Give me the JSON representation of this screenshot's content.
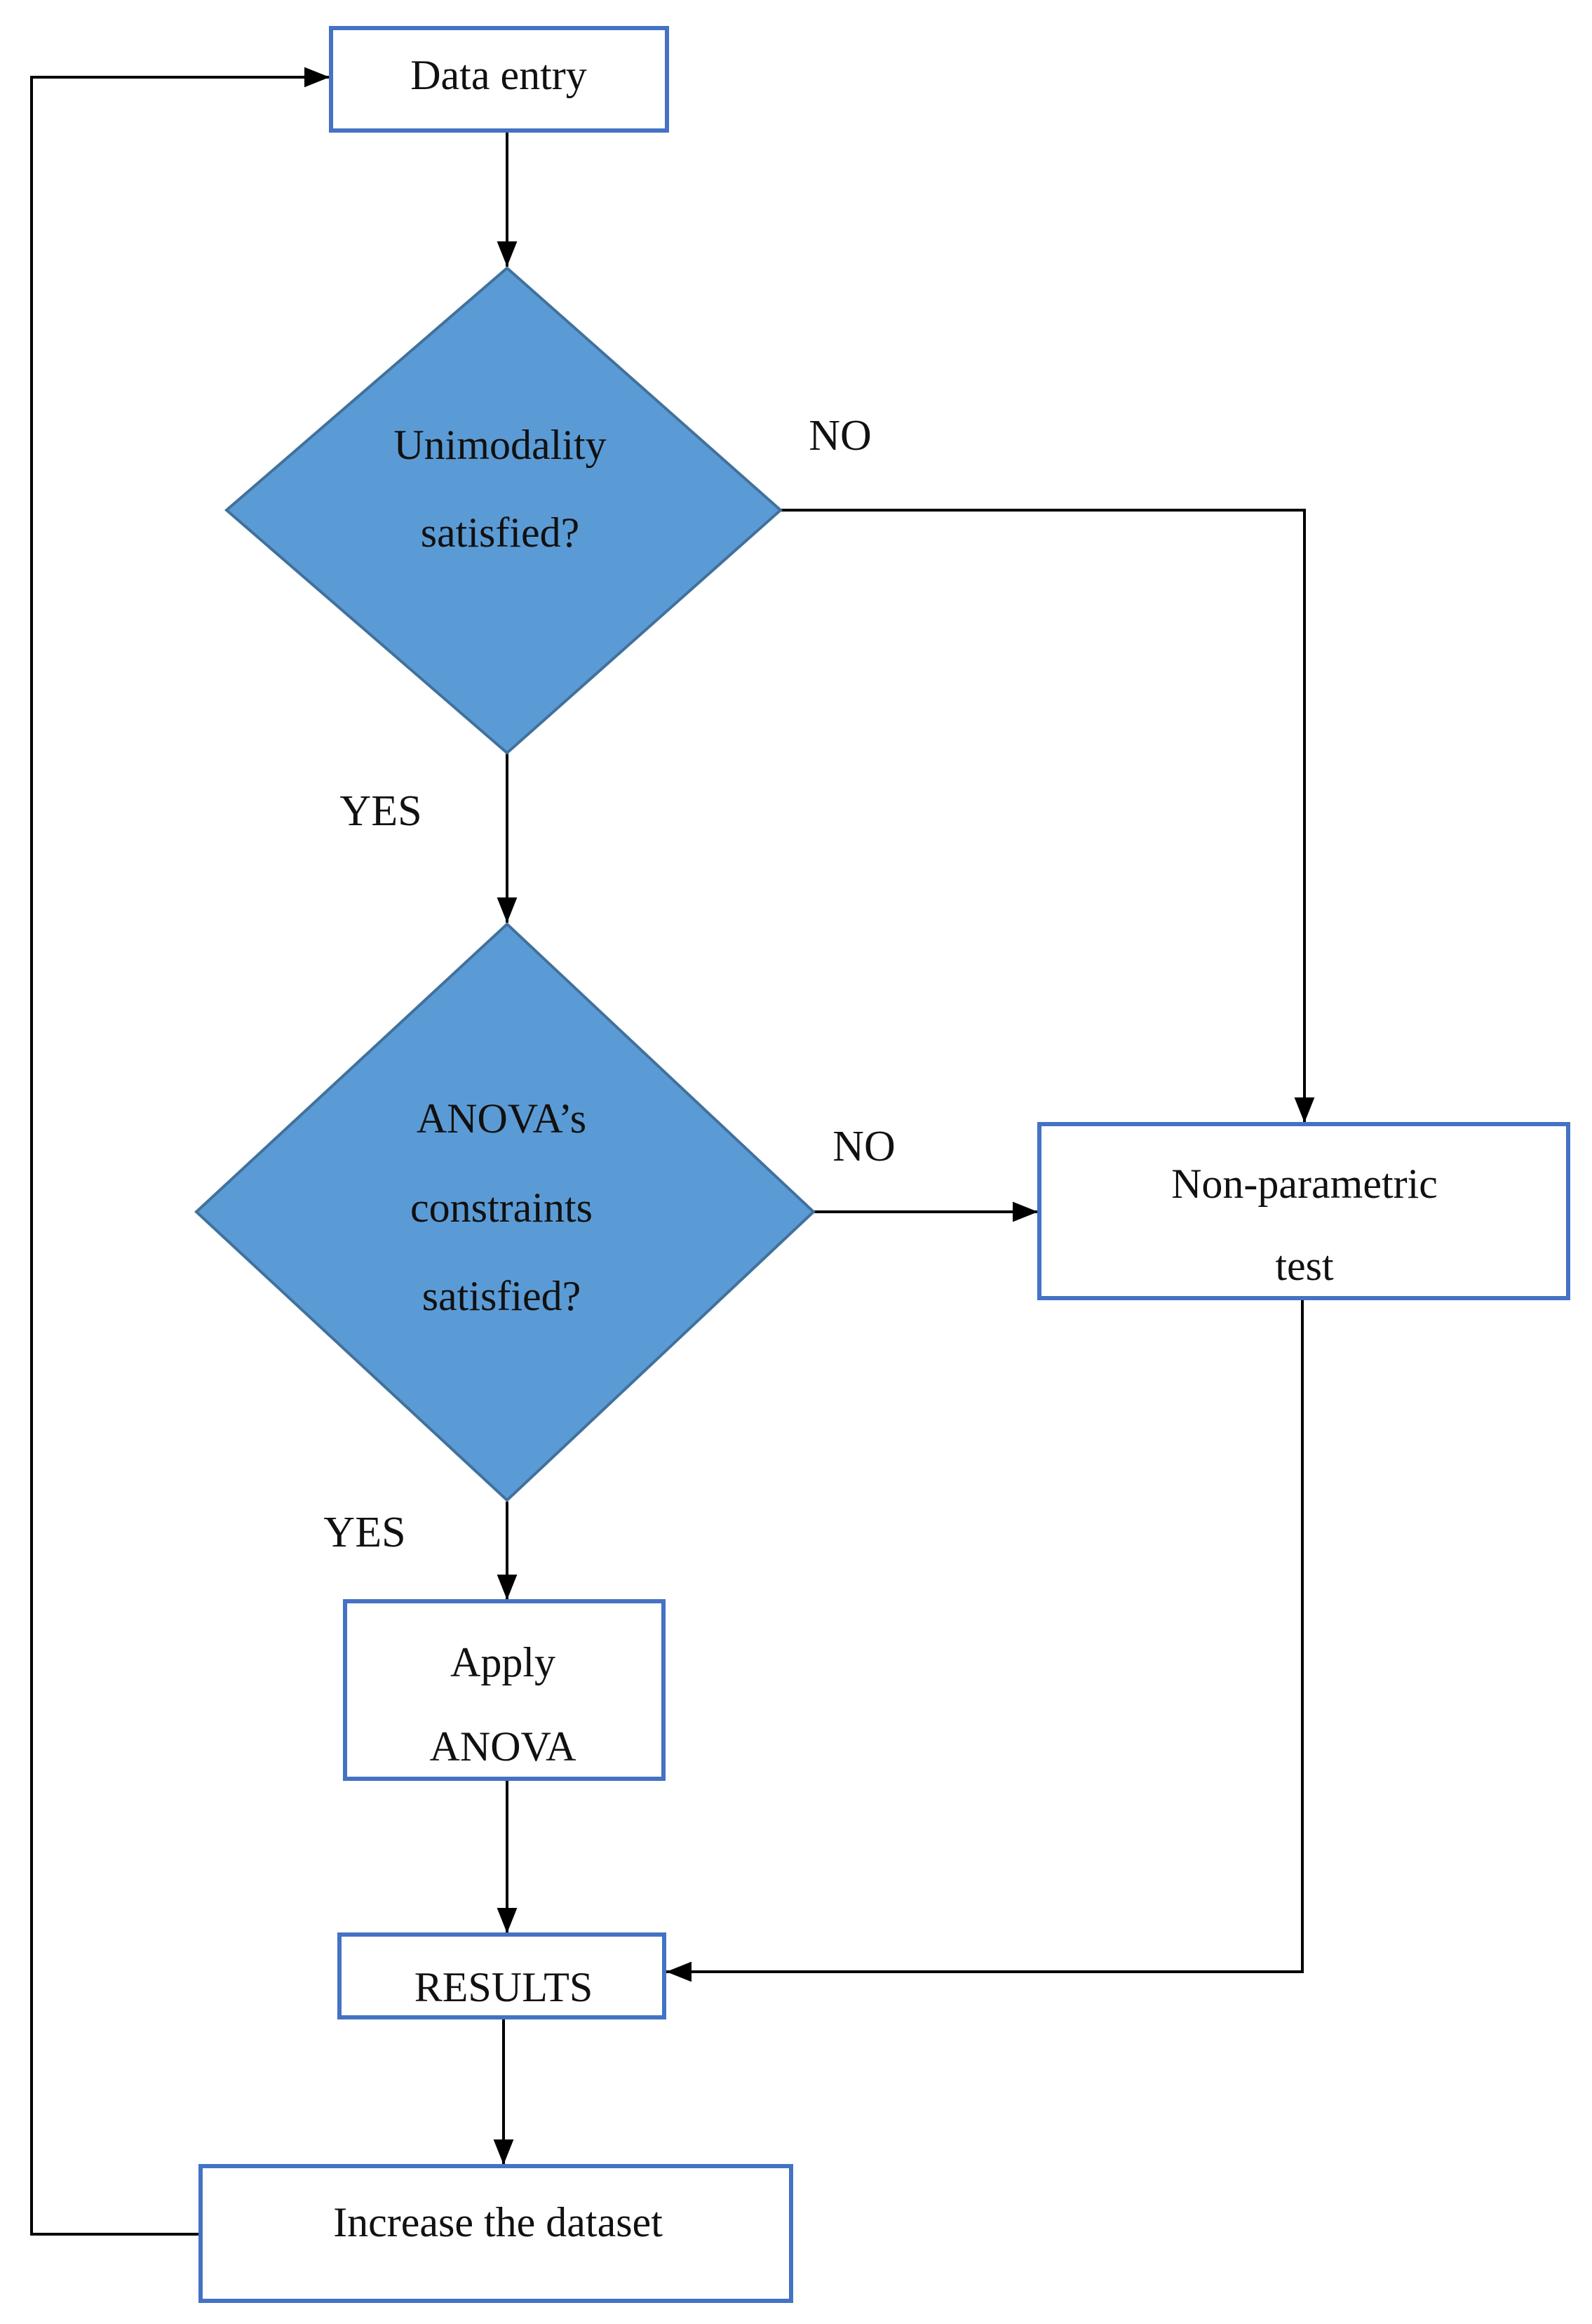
{
  "colors": {
    "box_stroke": "#4472c4",
    "diamond_fill": "#5b9bd5",
    "diamond_stroke": "#41719c",
    "connector": "#000000"
  },
  "nodes": {
    "data_entry": {
      "text": "Data entry"
    },
    "unimodality": {
      "line1": "Unimodality",
      "line2": "satisfied?"
    },
    "anova_constraints": {
      "line1": "ANOVA’s",
      "line2": "constraints",
      "line3": "satisfied?"
    },
    "non_parametric": {
      "line1": "Non-parametric",
      "line2": "test"
    },
    "apply_anova": {
      "line1": "Apply",
      "line2": "ANOVA"
    },
    "results": {
      "text": "RESULTS"
    },
    "increase_dataset": {
      "text": "Increase the dataset"
    }
  },
  "edge_labels": {
    "unimodality_no": "NO",
    "unimodality_yes": "YES",
    "anova_no": "NO",
    "anova_yes": "YES"
  }
}
